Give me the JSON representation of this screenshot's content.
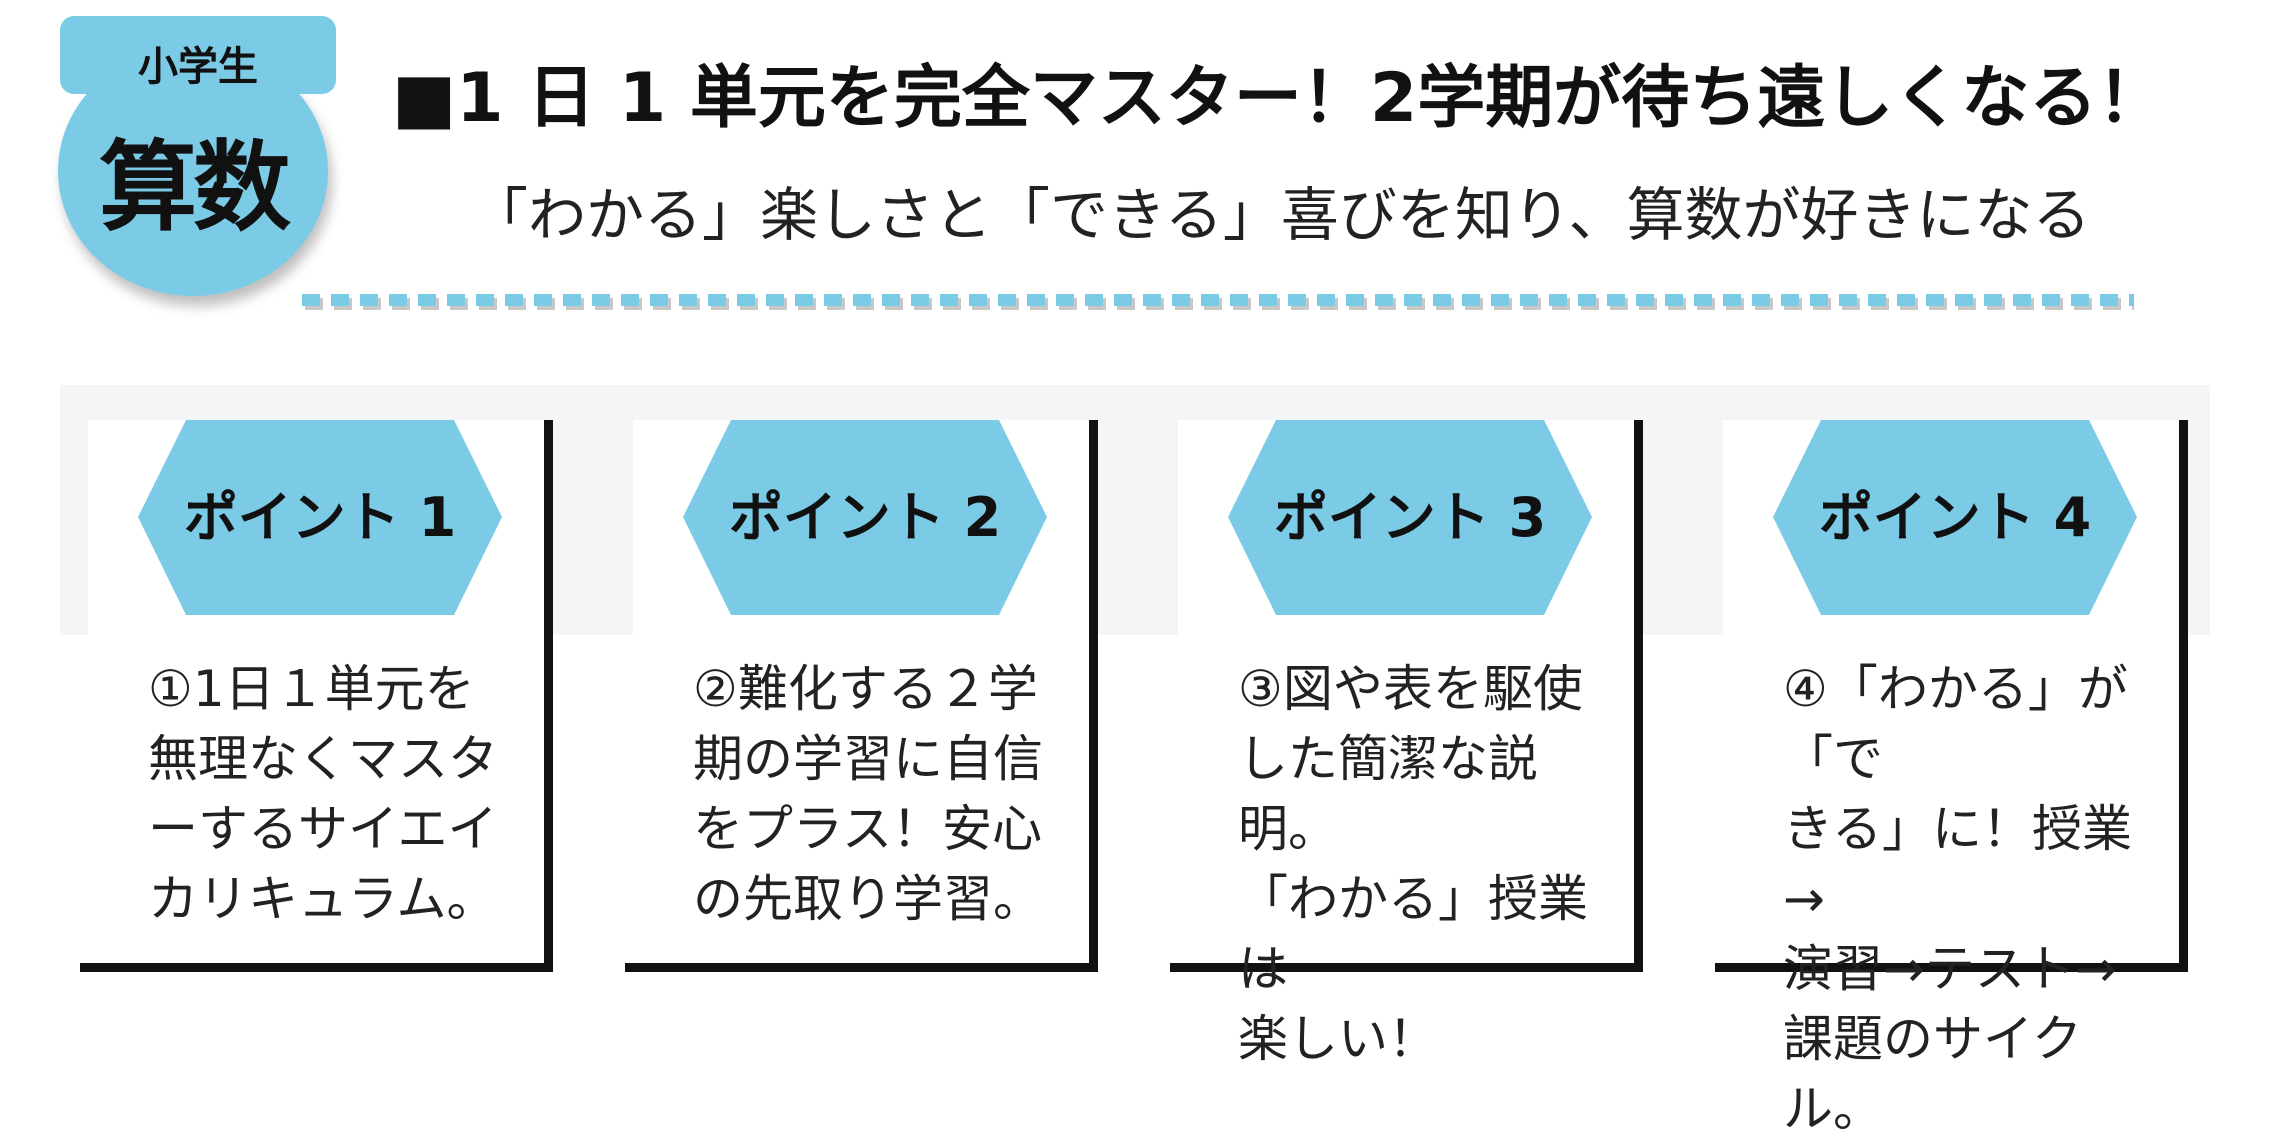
{
  "badge": {
    "top_label": "小学生",
    "main_label": "算数",
    "color": "#7ccbe6"
  },
  "header": {
    "headline": "■1 日 1 単元を完全マスター！2学期が待ち遠しくなる！",
    "subline": "「わかる」楽しさと「できる」喜びを知り、算数が好きになる"
  },
  "points": [
    {
      "label": "ポイント 1",
      "text": "①1日１単元を\n無理なくマスタ\nーするサイエイ\nカリキュラム。"
    },
    {
      "label": "ポイント 2",
      "text": "②難化する２学\n期の学習に自信\nをプラス！安心\nの先取り学習。"
    },
    {
      "label": "ポイント 3",
      "text": "③図や表を駆使\nした簡潔な説明。\n「わかる」授業は\n楽しい！"
    },
    {
      "label": "ポイント 4",
      "text": "④「わかる」が「で\nきる」に！授業→\n演習→テスト→\n課題のサイクル。"
    }
  ],
  "colors": {
    "accent": "#7ccbe6",
    "frame": "#111111"
  }
}
